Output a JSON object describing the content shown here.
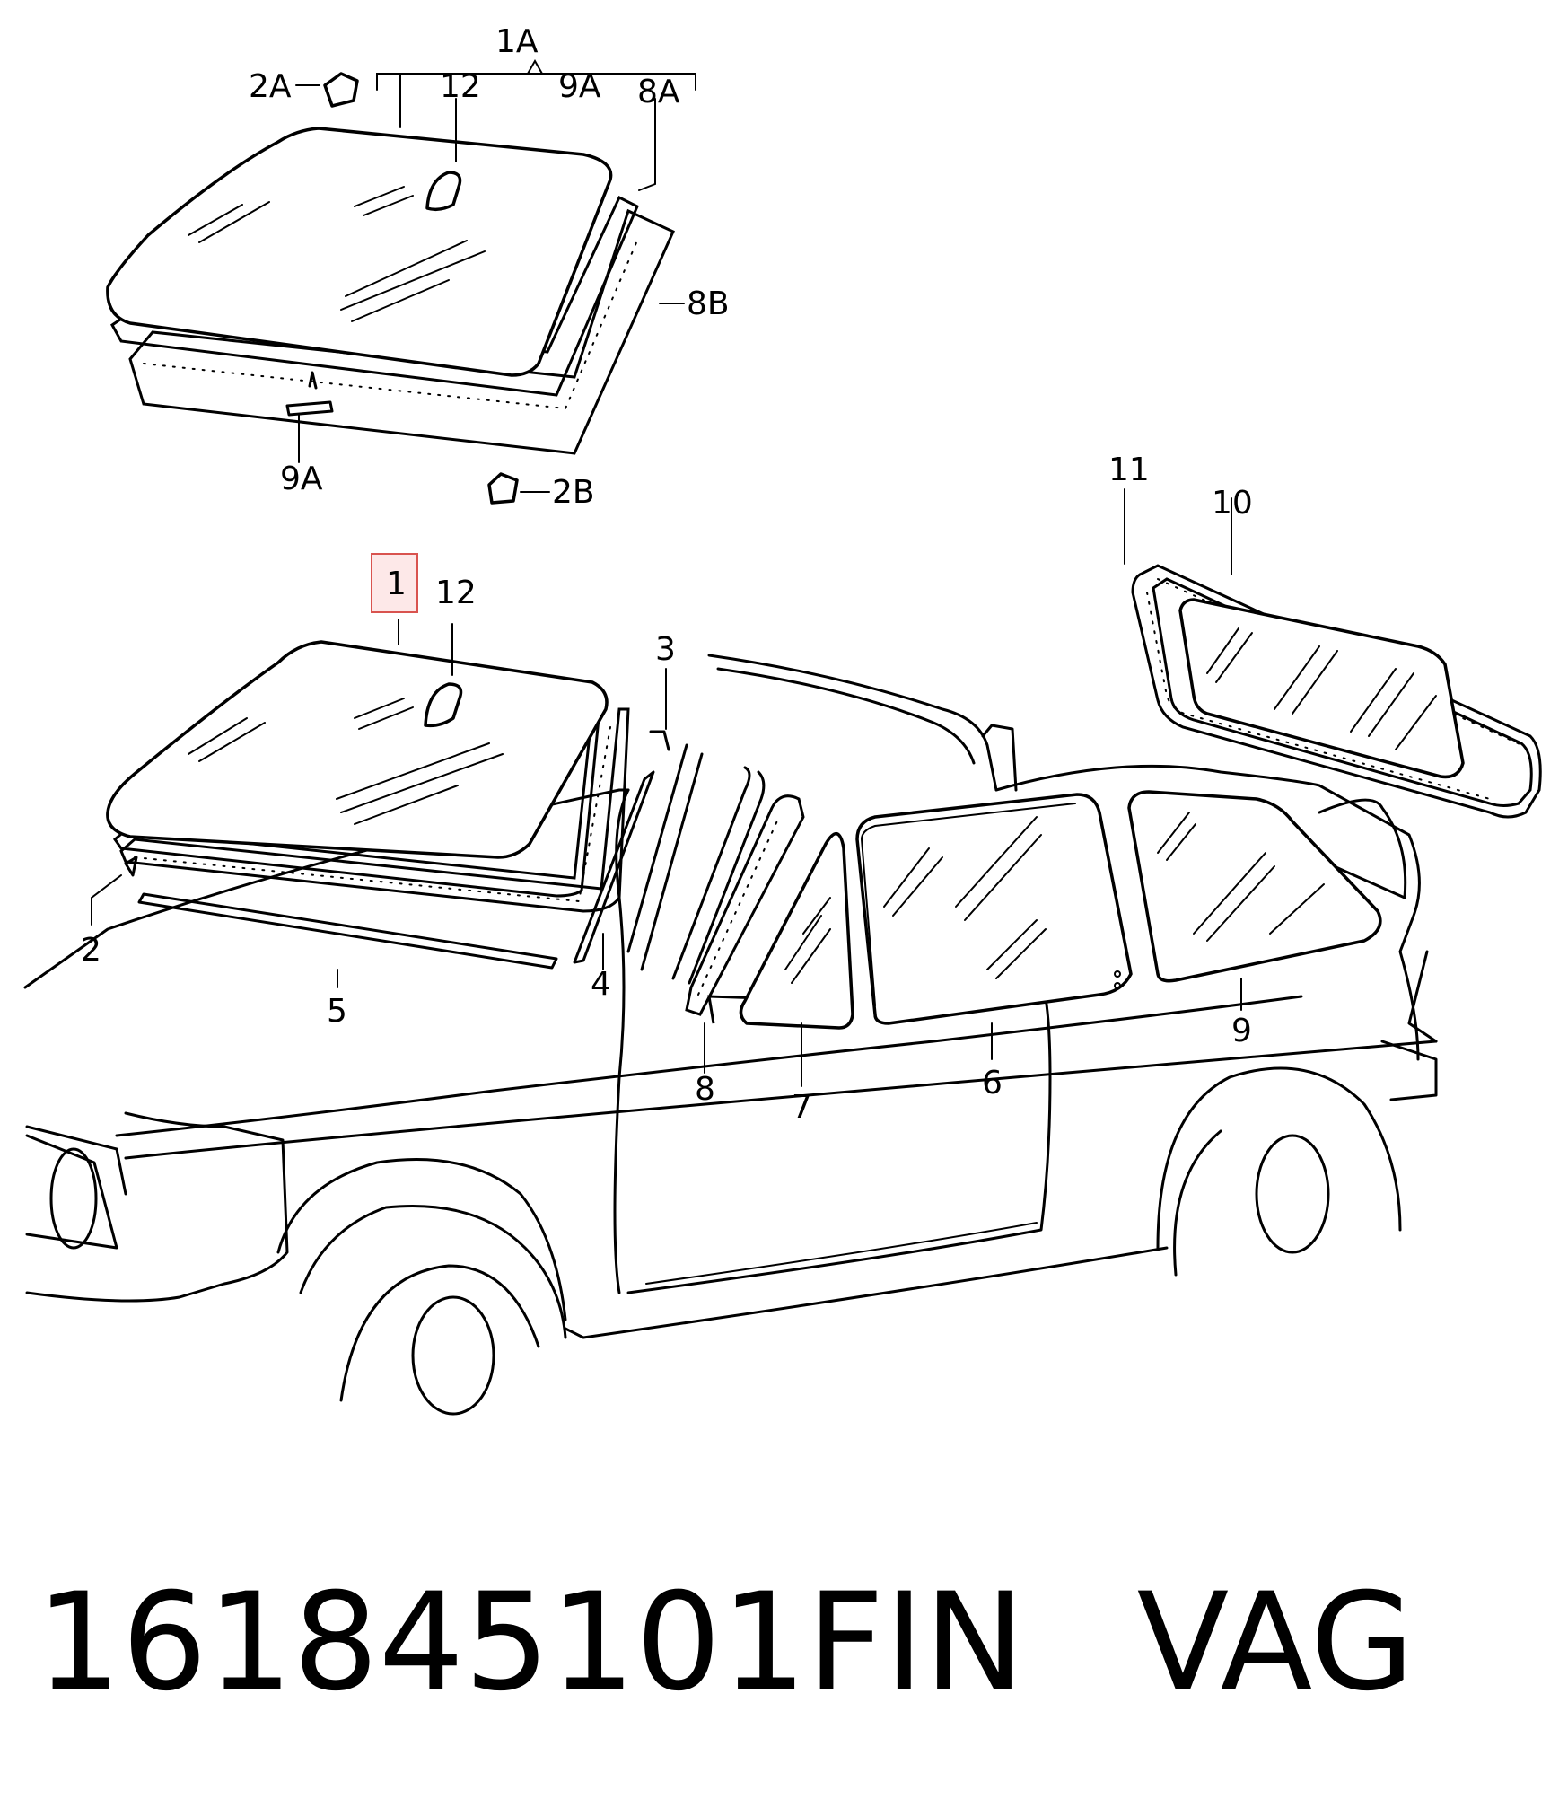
{
  "labels": {
    "top": {
      "l1A": "1A",
      "l2A": "2A",
      "l12": "12",
      "l9A_top": "9A",
      "l8A": "8A",
      "l8B": "8B",
      "l9A_bottom": "9A",
      "l2B": "2B"
    },
    "main": {
      "l1": "1",
      "l12": "12",
      "l3": "3",
      "l2": "2",
      "l5": "5",
      "l4": "4",
      "l8": "8",
      "l7": "7",
      "l6": "6",
      "l9": "9",
      "l10": "10",
      "l11": "11"
    }
  },
  "highlight": {
    "label": "1",
    "fill": "#fde8e8",
    "stroke": "#d9534f"
  },
  "footer": {
    "part_number": "161845101FIN",
    "brand": "VAG"
  }
}
